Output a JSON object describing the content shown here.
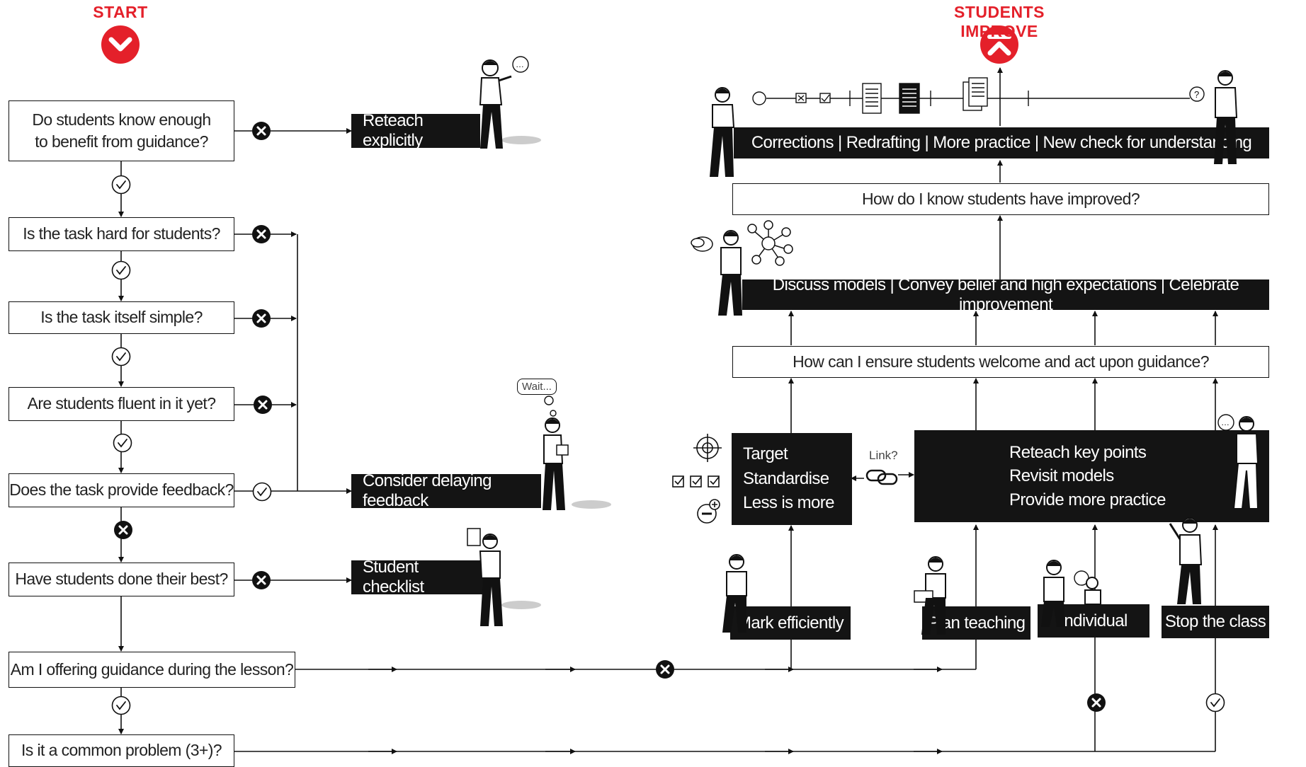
{
  "headers": {
    "start": "START",
    "improve": "STUDENTS IMPROVE"
  },
  "questions": {
    "q1": "Do students know enough\nto benefit from guidance?",
    "q2": "Is the task hard for students?",
    "q3": "Is the task itself simple?",
    "q4": "Are students fluent in it yet?",
    "q5": "Does the task provide feedback?",
    "q6": "Have students done their best?",
    "q7": "Am I offering guidance during the lesson?",
    "q8": "Is it a common problem (3+)?",
    "q9": "How do I know students have improved?",
    "q10": "How can I ensure students welcome and act upon guidance?"
  },
  "actions": {
    "reteach_explicitly": "Reteach explicitly",
    "consider_delaying": "Consider delaying feedback",
    "student_checklist": "Student checklist",
    "corrections_bar": "Corrections | Redrafting | More practice | New check for understanding",
    "discuss_bar": "Discuss models | Convey belief and high expectations | Celebrate improvement",
    "target_box": "Target\nStandardise\nLess is more",
    "reteach_box": "Reteach key points\nRevisit models\nProvide more practice",
    "mark_efficiently": "Mark efficiently",
    "plan_teaching": "Plan teaching",
    "individual": "Individual",
    "stop_the_class": "Stop the class"
  },
  "labels": {
    "link": "Link?",
    "wait": "Wait..."
  },
  "colors": {
    "accent_red": "#e4202a",
    "dark_box": "#141414",
    "line": "#111111"
  }
}
